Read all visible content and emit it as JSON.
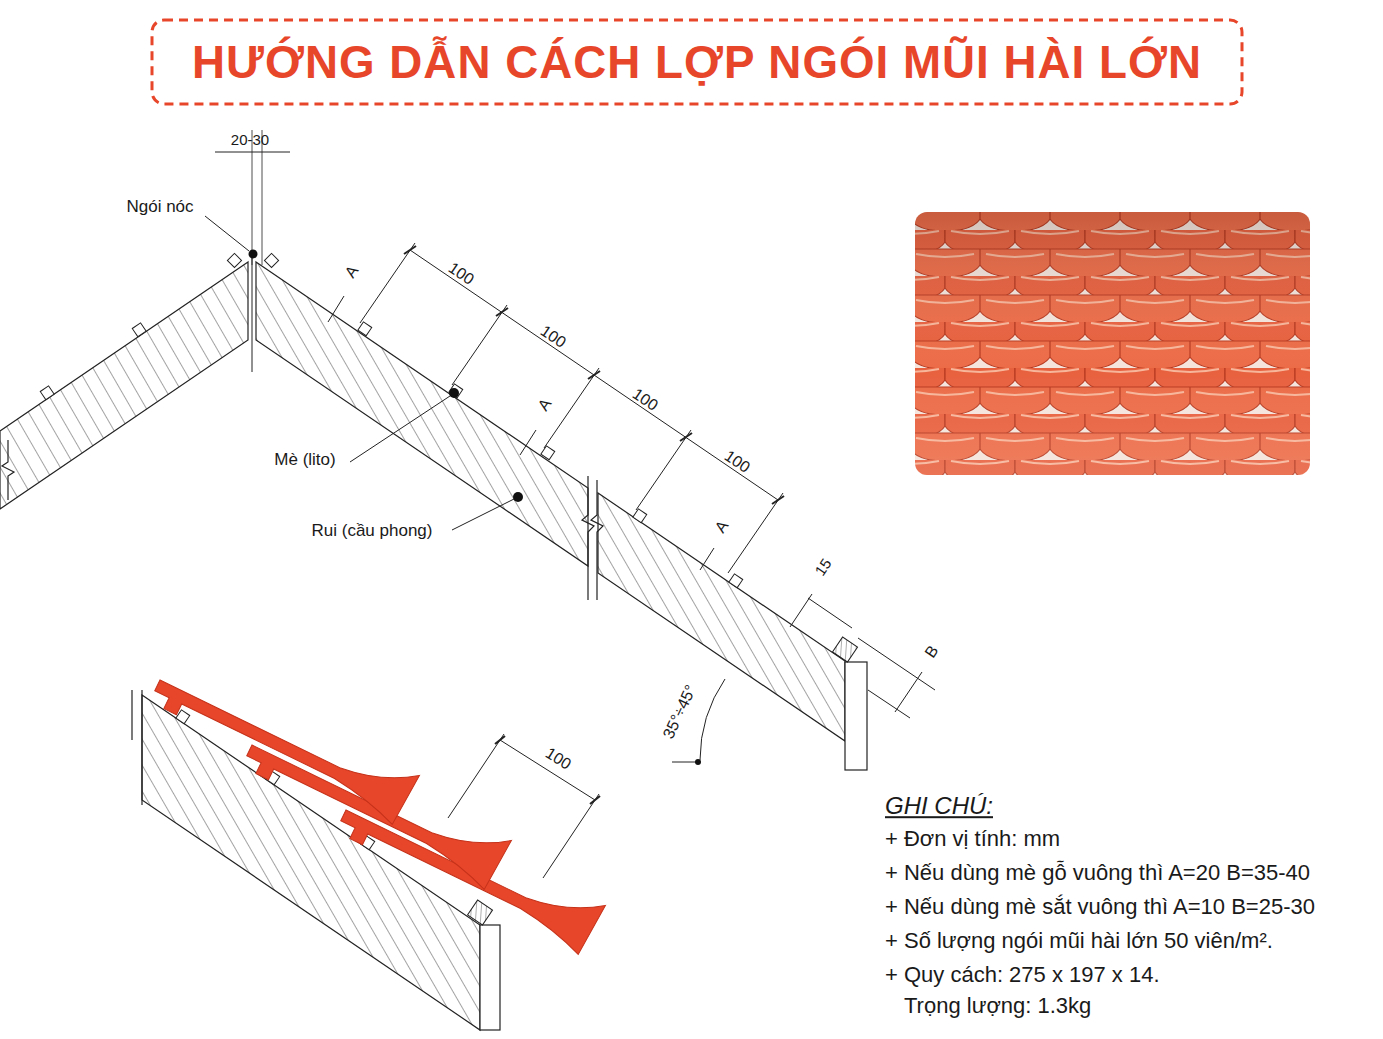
{
  "diagram": {
    "title": "HƯỚNG DẪN CÁCH LỢP NGÓI MŨI HÀI LỚN",
    "labels": [
      "20-30",
      "Ngói nóc",
      "A",
      "100",
      "100",
      "100",
      "100",
      "Mè (lito)",
      "A",
      "Rui (cầu phong)",
      "A",
      "15",
      "B",
      "35°÷45°",
      "100",
      "GHI CHÚ:",
      "+ Đơn vị tính: mm",
      "+ Nếu dùng mè gỗ vuông thì A=20 B=35-40",
      "+ Nếu dùng mè sắt vuông thì A=10 B=25-30",
      "+ Số lượng ngói mũi hài lớn 50 viên/m².",
      "+ Quy cách: 275 x 197 x 14.",
      "Trọng lượng: 1.3kg"
    ]
  }
}
